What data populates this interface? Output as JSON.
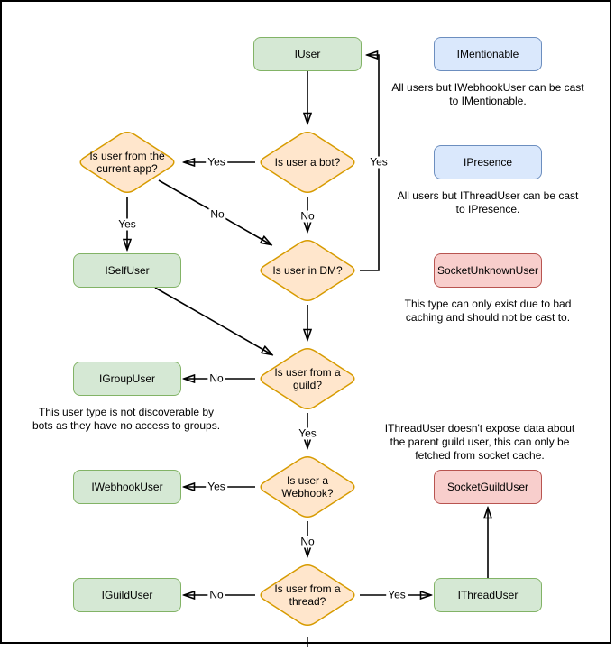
{
  "colors": {
    "interface_fill": "#d5e8d4",
    "interface_stroke": "#82b366",
    "decision_fill": "#ffe6cc",
    "decision_stroke": "#d79b00",
    "castable_fill": "#dae8fc",
    "castable_stroke": "#6c8ebf",
    "socket_fill": "#f8cecc",
    "socket_stroke": "#b85450",
    "edge": "#000000",
    "background": "#ffffff"
  },
  "nodes": {
    "iuser": "IUser",
    "imentionable": "IMentionable",
    "ipresence": "IPresence",
    "iselfuser": "ISelfUser",
    "socketunknownuser": "SocketUnknownUser",
    "igroupuser": "IGroupUser",
    "iwebhookuser": "IWebhookUser",
    "socketguilduser": "SocketGuildUser",
    "iguilduser": "IGuildUser",
    "ithreaduser": "IThreadUser"
  },
  "decisions": {
    "is_bot": "Is user a bot?",
    "is_current_app": "Is user from the current app?",
    "is_dm": "Is user in DM?",
    "is_guild": "Is user from a guild?",
    "is_webhook": "Is user a Webhook?",
    "is_thread": "Is user from a thread?"
  },
  "edge_labels": {
    "bot_yes": "Yes",
    "bot_no": "No",
    "current_app_yes": "Yes",
    "current_app_no": "No",
    "dm_yes": "Yes",
    "guild_no": "No",
    "guild_yes": "Yes",
    "webhook_yes": "Yes",
    "webhook_no": "No",
    "thread_no": "No",
    "thread_yes": "Yes"
  },
  "annotations": {
    "mentionable": "All users but IWebhookUser can be cast to IMentionable.",
    "presence": "All users but IThreadUser can be cast to IPresence.",
    "unknown": "This type can only exist due to bad caching and should not be cast to.",
    "group": "This user type is not discoverable by bots as they have no access to groups.",
    "thread": "IThreadUser doesn't expose data about the parent guild user, this can only be fetched from socket cache."
  }
}
